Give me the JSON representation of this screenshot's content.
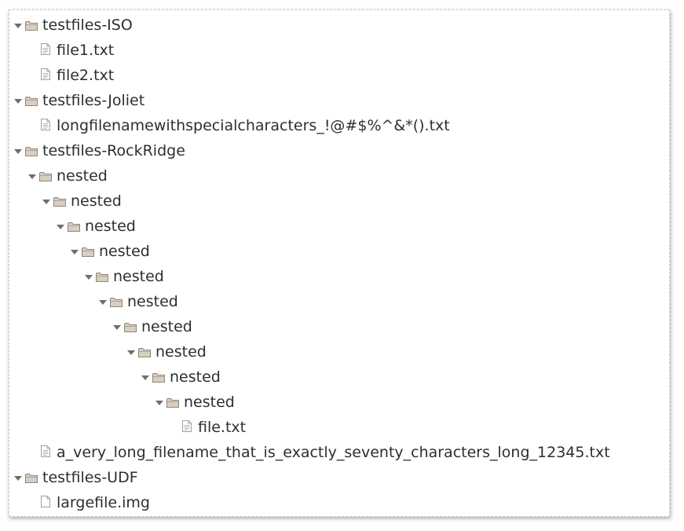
{
  "tree": {
    "rows": [
      {
        "label": "testfiles-ISO",
        "type": "folder",
        "depth": 0,
        "expanded": true,
        "icon": "folder-icon"
      },
      {
        "label": "file1.txt",
        "type": "file",
        "depth": 1,
        "icon": "text-file-icon"
      },
      {
        "label": "file2.txt",
        "type": "file",
        "depth": 1,
        "icon": "text-file-icon"
      },
      {
        "label": "testfiles-Joliet",
        "type": "folder",
        "depth": 0,
        "expanded": true,
        "icon": "folder-icon"
      },
      {
        "label": "longfilenamewithspecialcharacters_!@#$%^&*().txt",
        "type": "file",
        "depth": 1,
        "icon": "text-file-icon"
      },
      {
        "label": "testfiles-RockRidge",
        "type": "folder",
        "depth": 0,
        "expanded": true,
        "icon": "folder-icon"
      },
      {
        "label": "nested",
        "type": "folder",
        "depth": 1,
        "expanded": true,
        "icon": "folder-icon"
      },
      {
        "label": "nested",
        "type": "folder",
        "depth": 2,
        "expanded": true,
        "icon": "folder-icon"
      },
      {
        "label": "nested",
        "type": "folder",
        "depth": 3,
        "expanded": true,
        "icon": "folder-icon"
      },
      {
        "label": "nested",
        "type": "folder",
        "depth": 4,
        "expanded": true,
        "icon": "folder-icon"
      },
      {
        "label": "nested",
        "type": "folder",
        "depth": 5,
        "expanded": true,
        "icon": "folder-icon"
      },
      {
        "label": "nested",
        "type": "folder",
        "depth": 6,
        "expanded": true,
        "icon": "folder-icon"
      },
      {
        "label": "nested",
        "type": "folder",
        "depth": 7,
        "expanded": true,
        "icon": "folder-icon"
      },
      {
        "label": "nested",
        "type": "folder",
        "depth": 8,
        "expanded": true,
        "icon": "folder-icon"
      },
      {
        "label": "nested",
        "type": "folder",
        "depth": 9,
        "expanded": true,
        "icon": "folder-icon"
      },
      {
        "label": "nested",
        "type": "folder",
        "depth": 10,
        "expanded": true,
        "icon": "folder-icon"
      },
      {
        "label": "file.txt",
        "type": "file",
        "depth": 11,
        "icon": "text-file-icon"
      },
      {
        "label": "a_very_long_filename_that_is_exactly_seventy_characters_long_12345.txt",
        "type": "file",
        "depth": 1,
        "icon": "text-file-icon"
      },
      {
        "label": "testfiles-UDF",
        "type": "folder",
        "depth": 0,
        "expanded": true,
        "icon": "folder-icon"
      },
      {
        "label": "largefile.img",
        "type": "file",
        "depth": 1,
        "icon": "blank-file-icon"
      }
    ]
  },
  "colors": {
    "folder_fill": "#d8cfc4",
    "folder_stroke": "#8f8576",
    "file_fill": "#ffffff",
    "file_stroke": "#a0a0a0",
    "arrow": "#6e6e6e",
    "text": "#2e2e2e"
  }
}
